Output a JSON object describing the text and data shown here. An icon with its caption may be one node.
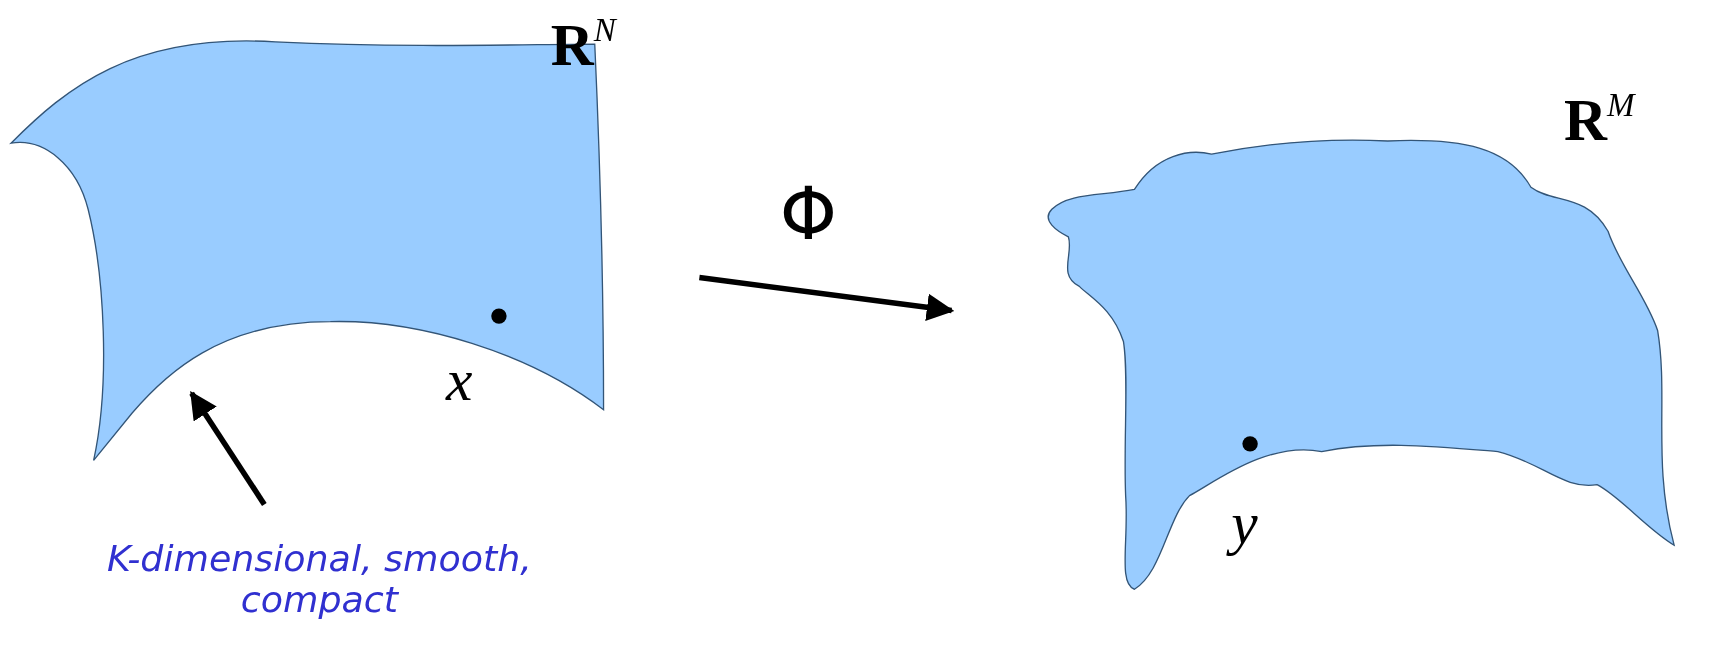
{
  "diagram": {
    "nodes": [
      {
        "text": [],
        "shape": "blob"
      },
      {
        "text": [],
        "shape": "blob"
      },
      {
        "text": [
          "K-dimensional, smooth, compact"
        ]
      }
    ],
    "edges": [
      {
        "from": 0,
        "to": 1,
        "arrow": "to",
        "label": "Φ"
      },
      {
        "from": 2,
        "to": 0,
        "arrow": "to"
      }
    ],
    "labels": [
      "R$^{N}$",
      "R$^{M}$",
      "x",
      "y"
    ]
  }
}
